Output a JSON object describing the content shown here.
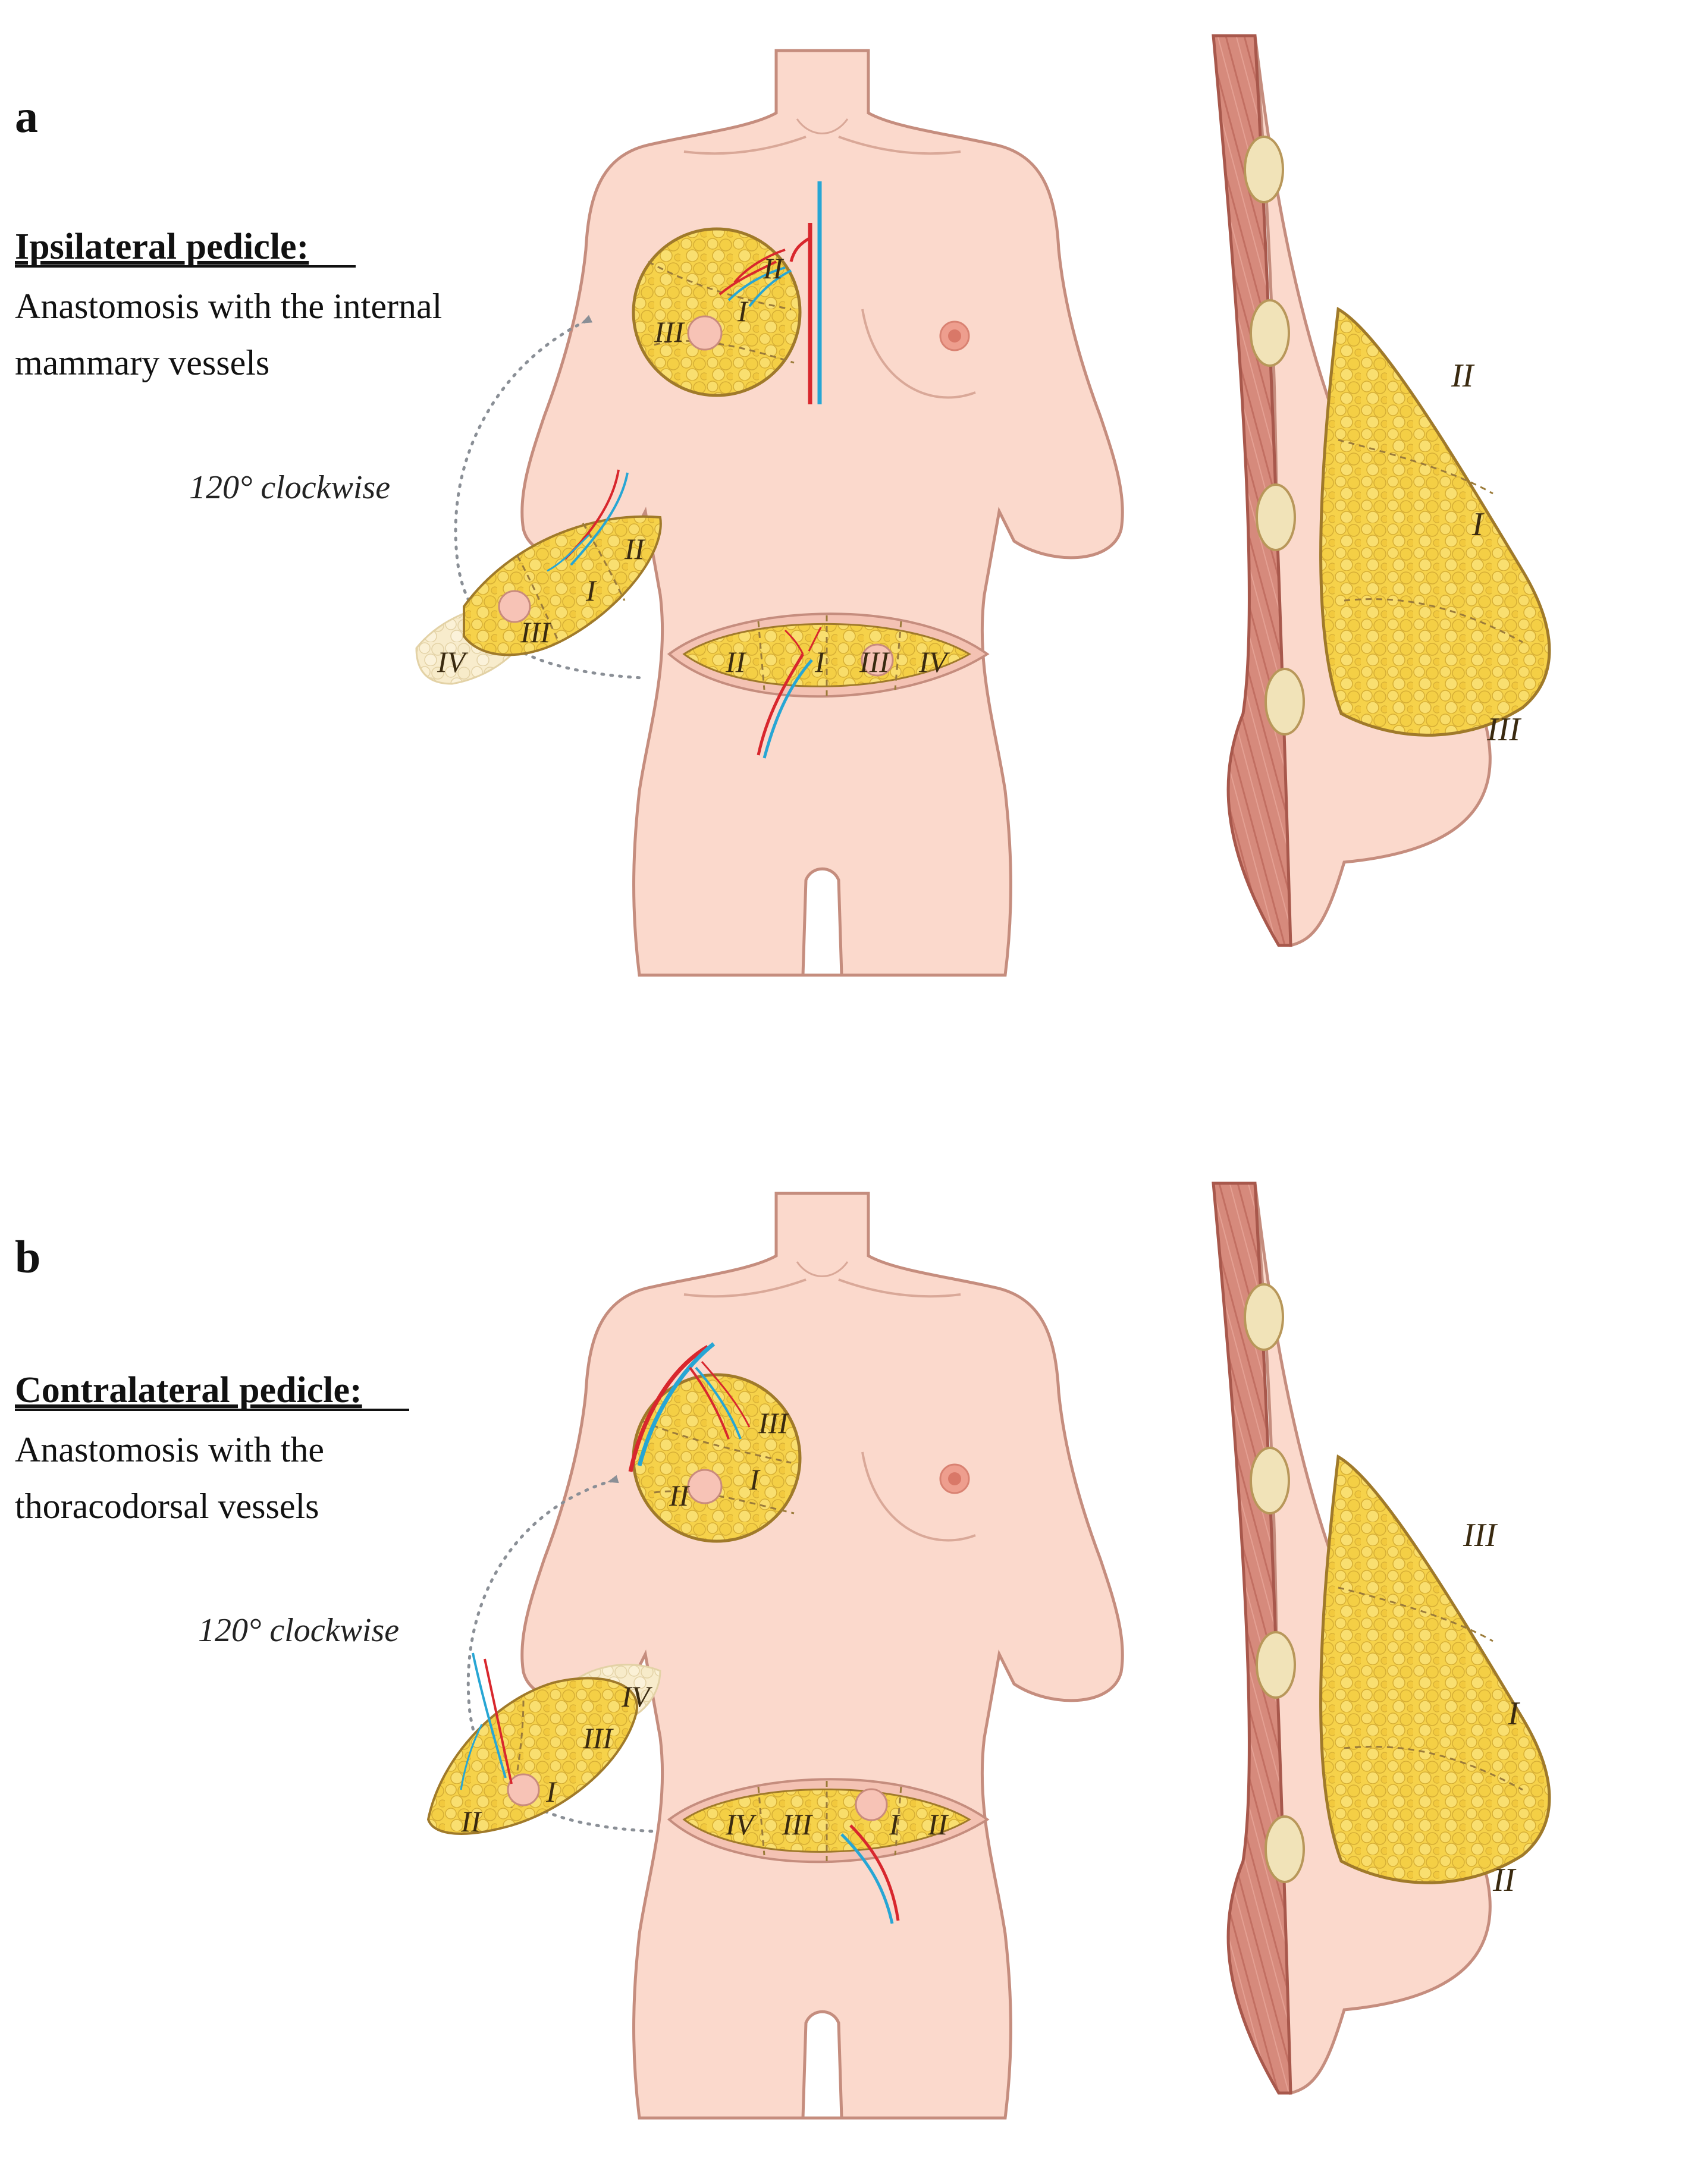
{
  "colors": {
    "skin": "#fbd9cc",
    "skin_outline": "#c58d7e",
    "fat": "#f6d24a",
    "fat_outline": "#b89228",
    "muscle": "#d9897c",
    "artery": "#d8272d",
    "vein": "#27a6d4",
    "rib": "#f1e3b8",
    "arrow": "#8a8f96"
  },
  "panel_a": {
    "letter": "a",
    "heading": "Ipsilateral pedicle:",
    "desc_line1": "Anastomosis with the internal",
    "desc_line2": "mammary vessels",
    "rotation": "120° clockwise",
    "breast_zones": {
      "z1": "II",
      "z2": "I",
      "z3": "III"
    },
    "flap_zones": {
      "z1": "II",
      "z2": "I",
      "z3": "III",
      "z4": "IV"
    },
    "abdomen_zones": {
      "z1": "II",
      "z2": "I",
      "z3": "III",
      "z4": "IV"
    },
    "sagittal_zones": {
      "top": "II",
      "middle": "I",
      "bottom": "III"
    }
  },
  "panel_b": {
    "letter": "b",
    "heading": "Contralateral pedicle:",
    "desc_line1": "Anastomosis with the",
    "desc_line2": "thoracodorsal vessels",
    "rotation": "120° clockwise",
    "breast_zones": {
      "z1": "III",
      "z2": "I",
      "z3": "II"
    },
    "flap_zones": {
      "z1": "IV",
      "z2": "III",
      "z3": "I",
      "z4": "II"
    },
    "abdomen_zones": {
      "z1": "IV",
      "z2": "III",
      "z3": "I",
      "z4": "II"
    },
    "sagittal_zones": {
      "top": "III",
      "middle": "I",
      "bottom": "II"
    }
  }
}
